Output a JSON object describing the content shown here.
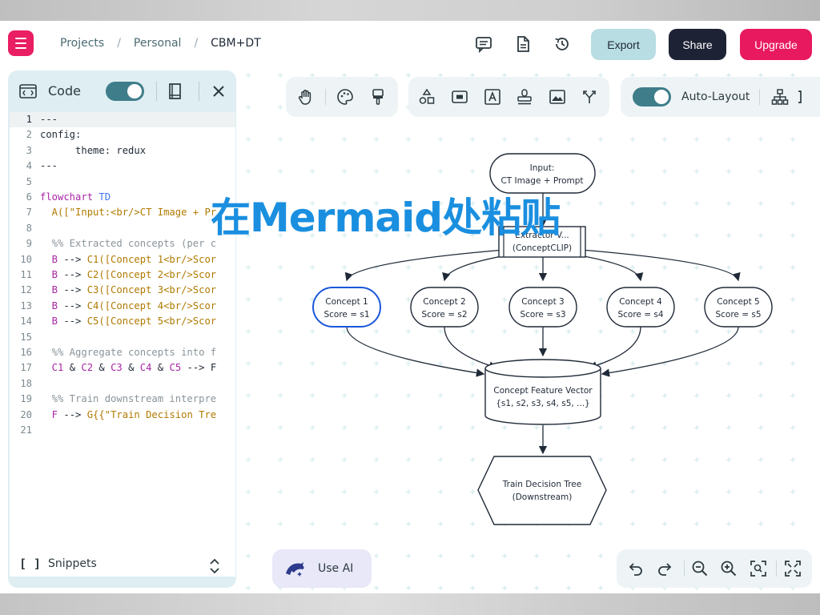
{
  "breadcrumb": {
    "projects": "Projects",
    "personal": "Personal",
    "current": "CBM+DT",
    "separator": "/"
  },
  "topbar": {
    "export_label": "Export",
    "share_label": "Share",
    "upgrade_label": "Upgrade"
  },
  "code_panel": {
    "title": "Code",
    "snippets_label": "Snippets",
    "snippets_icon": "[ ]",
    "active_line": 1,
    "lines": [
      {
        "n": "1",
        "tokens": [
          {
            "t": "---",
            "c": "#1f2937"
          }
        ]
      },
      {
        "n": "2",
        "tokens": [
          {
            "t": "config:",
            "c": "#1f2937"
          }
        ]
      },
      {
        "n": "3",
        "tokens": [
          {
            "t": "      theme: redux",
            "c": "#1f2937"
          }
        ]
      },
      {
        "n": "4",
        "tokens": [
          {
            "t": "---",
            "c": "#1f2937"
          }
        ]
      },
      {
        "n": "5",
        "tokens": []
      },
      {
        "n": "6",
        "tokens": [
          {
            "t": "flowchart",
            "c": "#a626a4"
          },
          {
            "t": " TD",
            "c": "#4078f2"
          }
        ]
      },
      {
        "n": "7",
        "tokens": [
          {
            "t": "  A([\"Input:<br/>CT Image + Pr",
            "c": "#b07a00"
          }
        ]
      },
      {
        "n": "8",
        "tokens": []
      },
      {
        "n": "9",
        "tokens": [
          {
            "t": "  %% Extracted concepts (per c",
            "c": "#8a949a"
          }
        ]
      },
      {
        "n": "10",
        "tokens": [
          {
            "t": "  B ",
            "c": "#a626a4"
          },
          {
            "t": "-->",
            "c": "#1f2937"
          },
          {
            "t": " C1([Concept 1<br/>Scor",
            "c": "#b07a00"
          }
        ]
      },
      {
        "n": "11",
        "tokens": [
          {
            "t": "  B ",
            "c": "#a626a4"
          },
          {
            "t": "-->",
            "c": "#1f2937"
          },
          {
            "t": " C2([Concept 2<br/>Scor",
            "c": "#b07a00"
          }
        ]
      },
      {
        "n": "12",
        "tokens": [
          {
            "t": "  B ",
            "c": "#a626a4"
          },
          {
            "t": "-->",
            "c": "#1f2937"
          },
          {
            "t": " C3([Concept 3<br/>Scor",
            "c": "#b07a00"
          }
        ]
      },
      {
        "n": "13",
        "tokens": [
          {
            "t": "  B ",
            "c": "#a626a4"
          },
          {
            "t": "-->",
            "c": "#1f2937"
          },
          {
            "t": " C4([Concept 4<br/>Scor",
            "c": "#b07a00"
          }
        ]
      },
      {
        "n": "14",
        "tokens": [
          {
            "t": "  B ",
            "c": "#a626a4"
          },
          {
            "t": "-->",
            "c": "#1f2937"
          },
          {
            "t": " C5([Concept 5<br/>Scor",
            "c": "#b07a00"
          }
        ]
      },
      {
        "n": "15",
        "tokens": []
      },
      {
        "n": "16",
        "tokens": [
          {
            "t": "  %% Aggregate concepts into f",
            "c": "#8a949a"
          }
        ]
      },
      {
        "n": "17",
        "tokens": [
          {
            "t": "  C1 ",
            "c": "#a626a4"
          },
          {
            "t": "& ",
            "c": "#1f2937"
          },
          {
            "t": "C2 ",
            "c": "#a626a4"
          },
          {
            "t": "& ",
            "c": "#1f2937"
          },
          {
            "t": "C3 ",
            "c": "#a626a4"
          },
          {
            "t": "& ",
            "c": "#1f2937"
          },
          {
            "t": "C4 ",
            "c": "#a626a4"
          },
          {
            "t": "& ",
            "c": "#1f2937"
          },
          {
            "t": "C5 ",
            "c": "#a626a4"
          },
          {
            "t": "--> F",
            "c": "#1f2937"
          }
        ]
      },
      {
        "n": "18",
        "tokens": []
      },
      {
        "n": "19",
        "tokens": [
          {
            "t": "  %% Train downstream interpre",
            "c": "#8a949a"
          }
        ]
      },
      {
        "n": "20",
        "tokens": [
          {
            "t": "  F ",
            "c": "#a626a4"
          },
          {
            "t": "--> ",
            "c": "#1f2937"
          },
          {
            "t": "G{{\"Train Decision Tre",
            "c": "#b07a00"
          }
        ]
      },
      {
        "n": "21",
        "tokens": []
      }
    ]
  },
  "canvas": {
    "auto_layout_label": "Auto-Layout",
    "use_ai_label": "Use AI",
    "overlay_text": "在Mermaid处粘贴",
    "nodes": {
      "input_line1": "Input:",
      "input_line2": "CT Image + Prompt",
      "extractor_line1": "Extractor V...",
      "extractor_line2": "(ConceptCLIP)",
      "concepts": [
        {
          "name": "Concept 1",
          "score": "Score = s1"
        },
        {
          "name": "Concept 2",
          "score": "Score = s2"
        },
        {
          "name": "Concept 3",
          "score": "Score = s3"
        },
        {
          "name": "Concept 4",
          "score": "Score = s4"
        },
        {
          "name": "Concept 5",
          "score": "Score = s5"
        }
      ],
      "vector_line1": "Concept Feature Vector",
      "vector_line2": "{s1, s2, s3, s4, s5, ...}",
      "tree_line1": "Train Decision Tree",
      "tree_line2": "(Downstream)"
    }
  },
  "colors": {
    "brand": "#e8195f",
    "export_bg": "#b8dde3",
    "share_bg": "#1e2235",
    "panel_bg": "#deeef2",
    "toggle": "#3f7d8a",
    "selected_node": "#1a56db",
    "overlay": "#1a8fe0"
  }
}
